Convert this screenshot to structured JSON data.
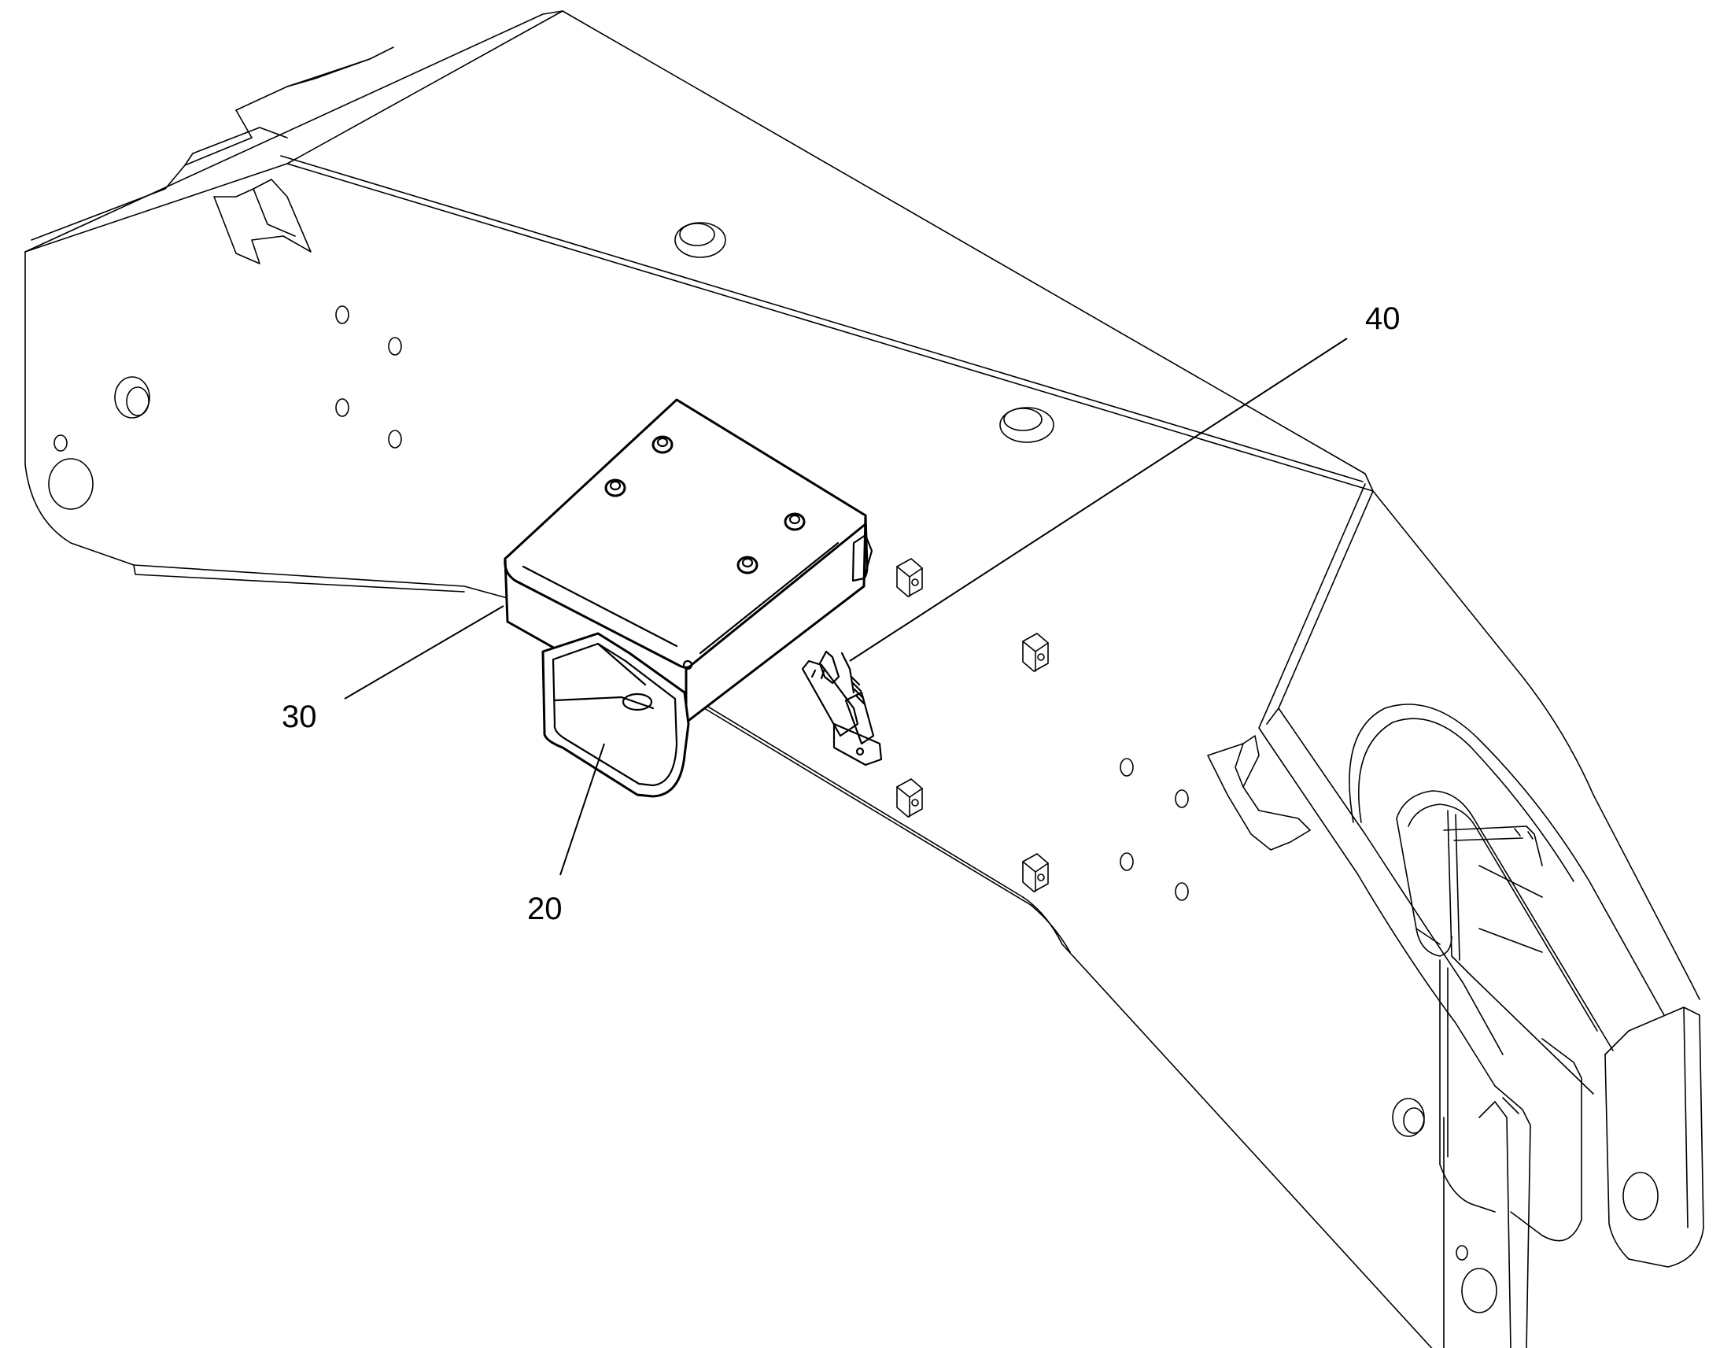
{
  "diagram": {
    "callouts": [
      {
        "id": "40",
        "label": "40"
      },
      {
        "id": "30",
        "label": "30"
      },
      {
        "id": "20",
        "label": "20"
      }
    ]
  }
}
